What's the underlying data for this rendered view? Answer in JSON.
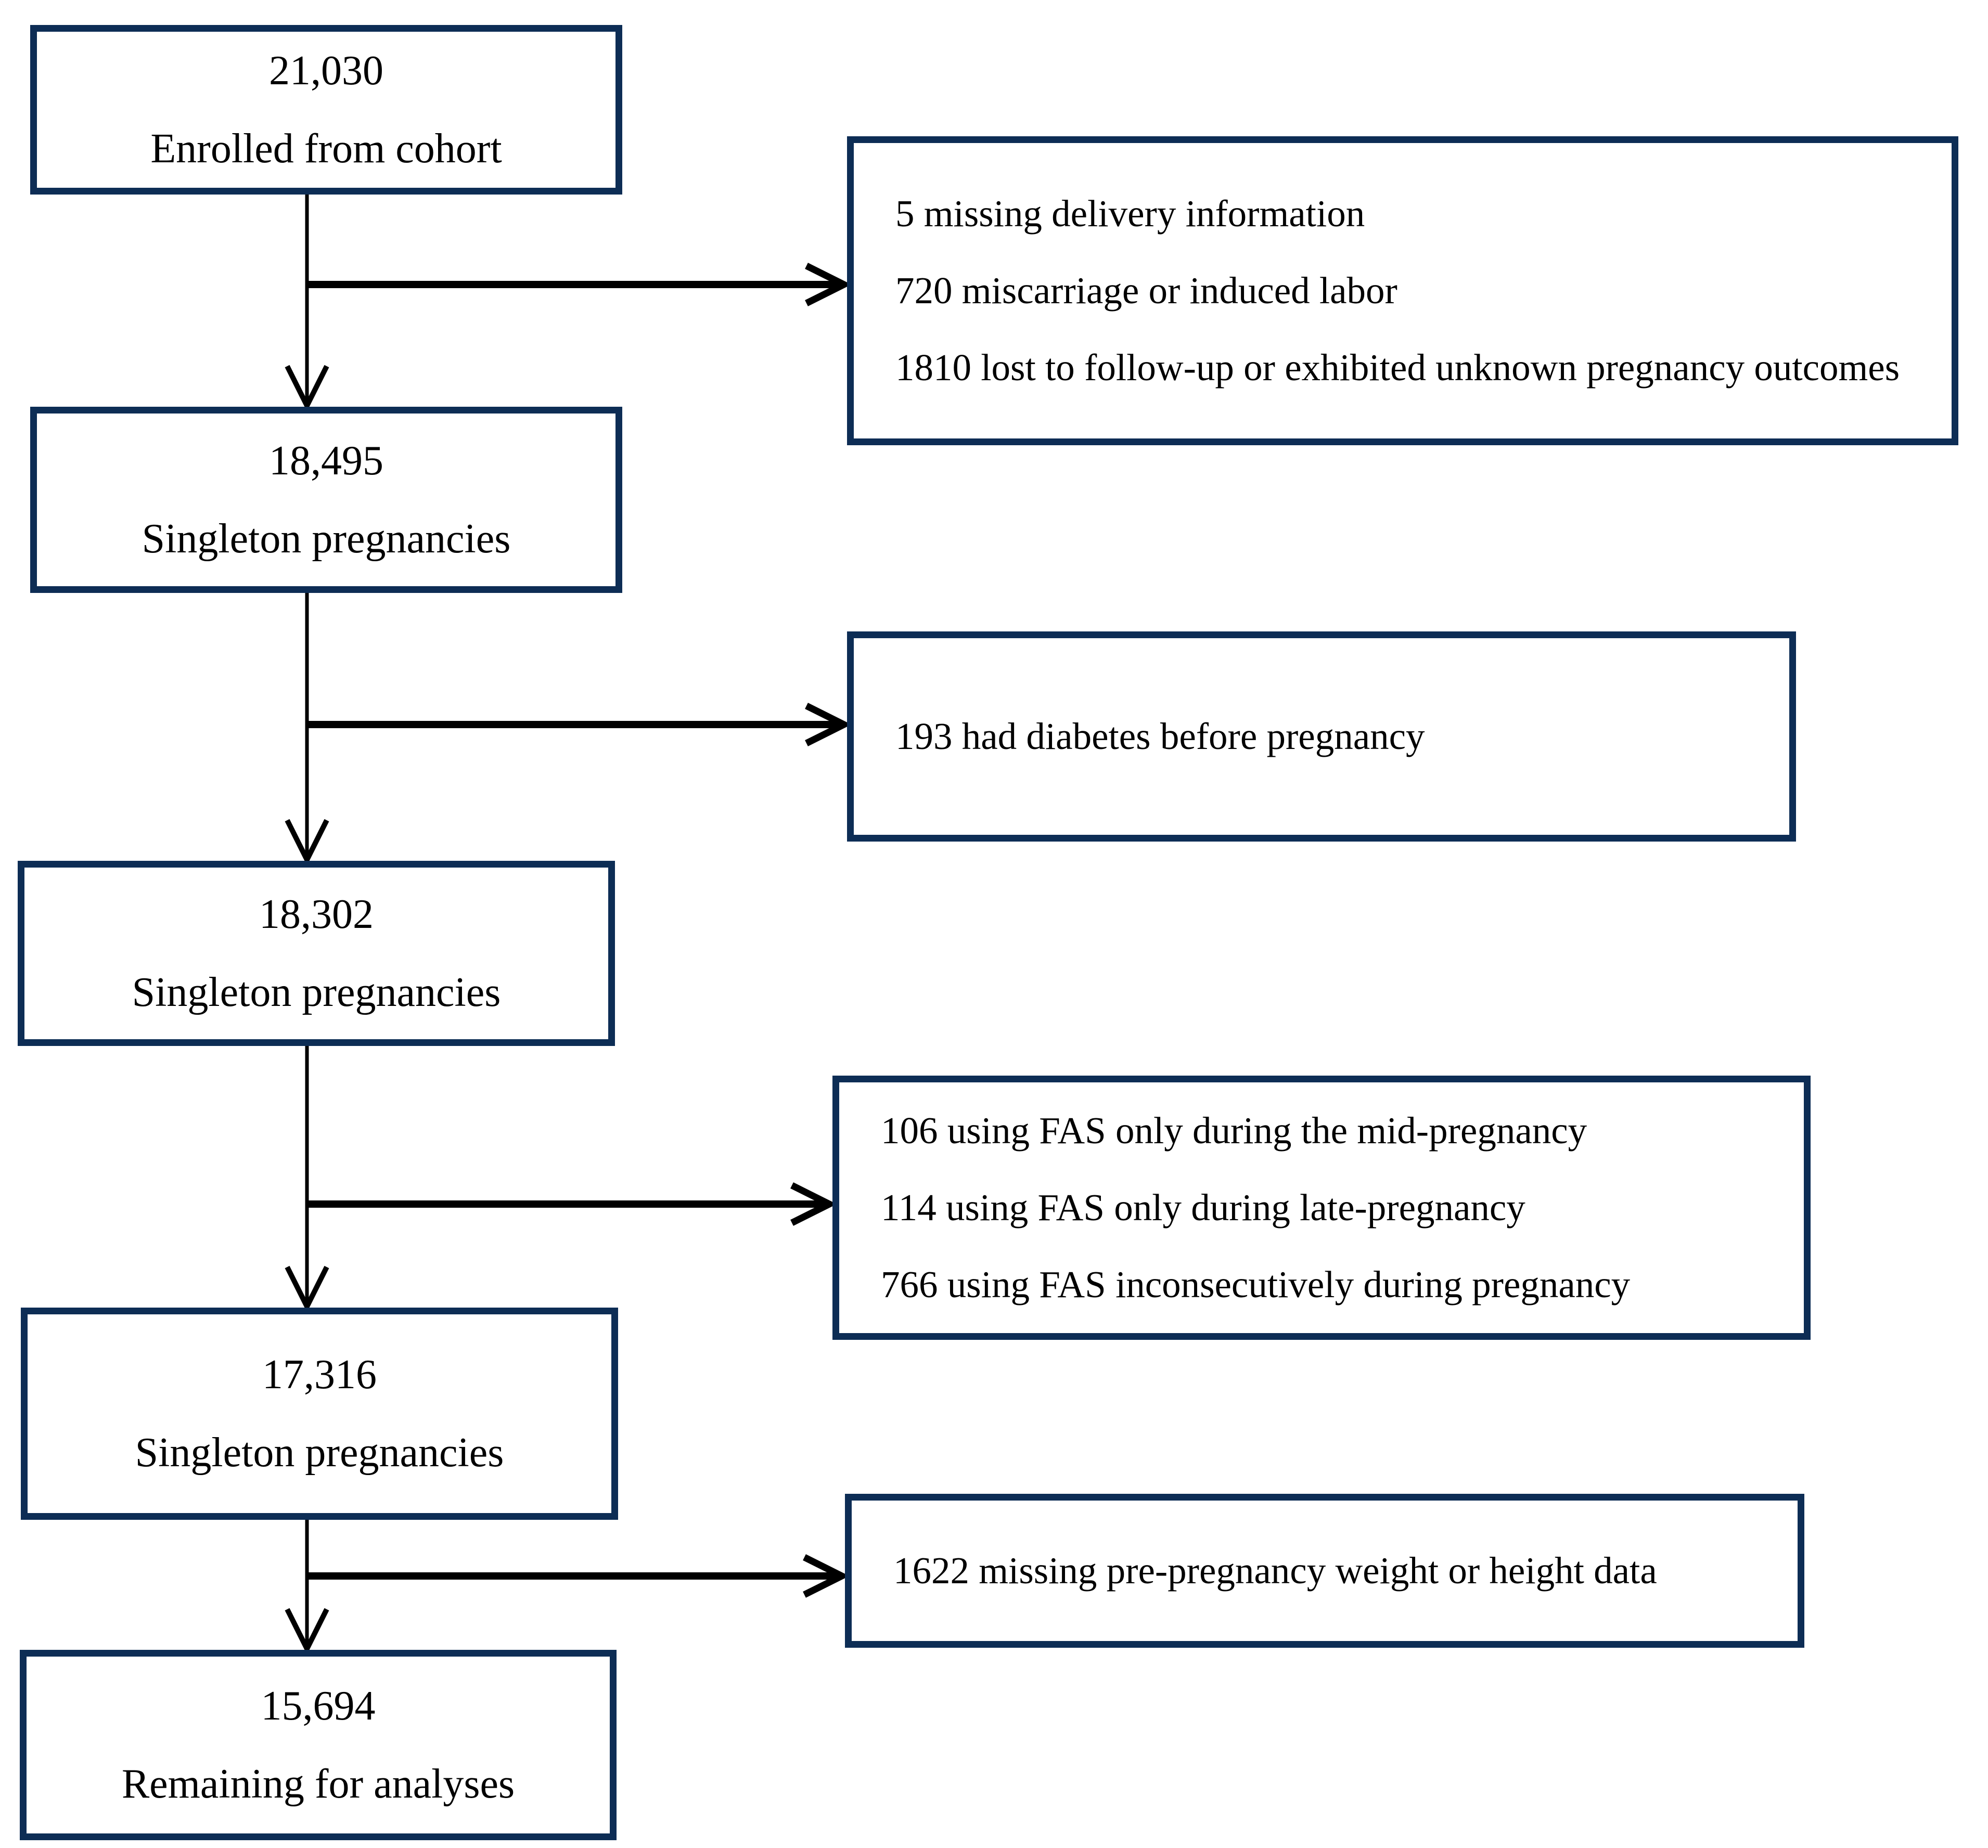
{
  "flow_boxes": [
    {
      "count": "21,030",
      "label": "Enrolled from cohort"
    },
    {
      "count": "18,495",
      "label": "Singleton pregnancies"
    },
    {
      "count": "18,302",
      "label": "Singleton pregnancies"
    },
    {
      "count": "17,316",
      "label": "Singleton pregnancies"
    },
    {
      "count": "15,694",
      "label": "Remaining for analyses"
    }
  ],
  "exclusion_boxes": [
    {
      "lines": [
        "5 missing delivery information",
        "720 miscarriage or induced labor",
        "1810 lost to follow-up or exhibited unknown pregnancy outcomes"
      ]
    },
    {
      "lines": [
        "193 had diabetes before pregnancy"
      ]
    },
    {
      "lines": [
        "106 using FAS only during the mid-pregnancy",
        "114 using FAS only during late-pregnancy",
        "766 using FAS inconsecutively during pregnancy"
      ]
    },
    {
      "lines": [
        "1622 missing pre-pregnancy weight or height data"
      ]
    }
  ],
  "colors": {
    "box_border": "#0d2d55",
    "connector": "#000000",
    "text": "#000000",
    "background": "#ffffff"
  }
}
